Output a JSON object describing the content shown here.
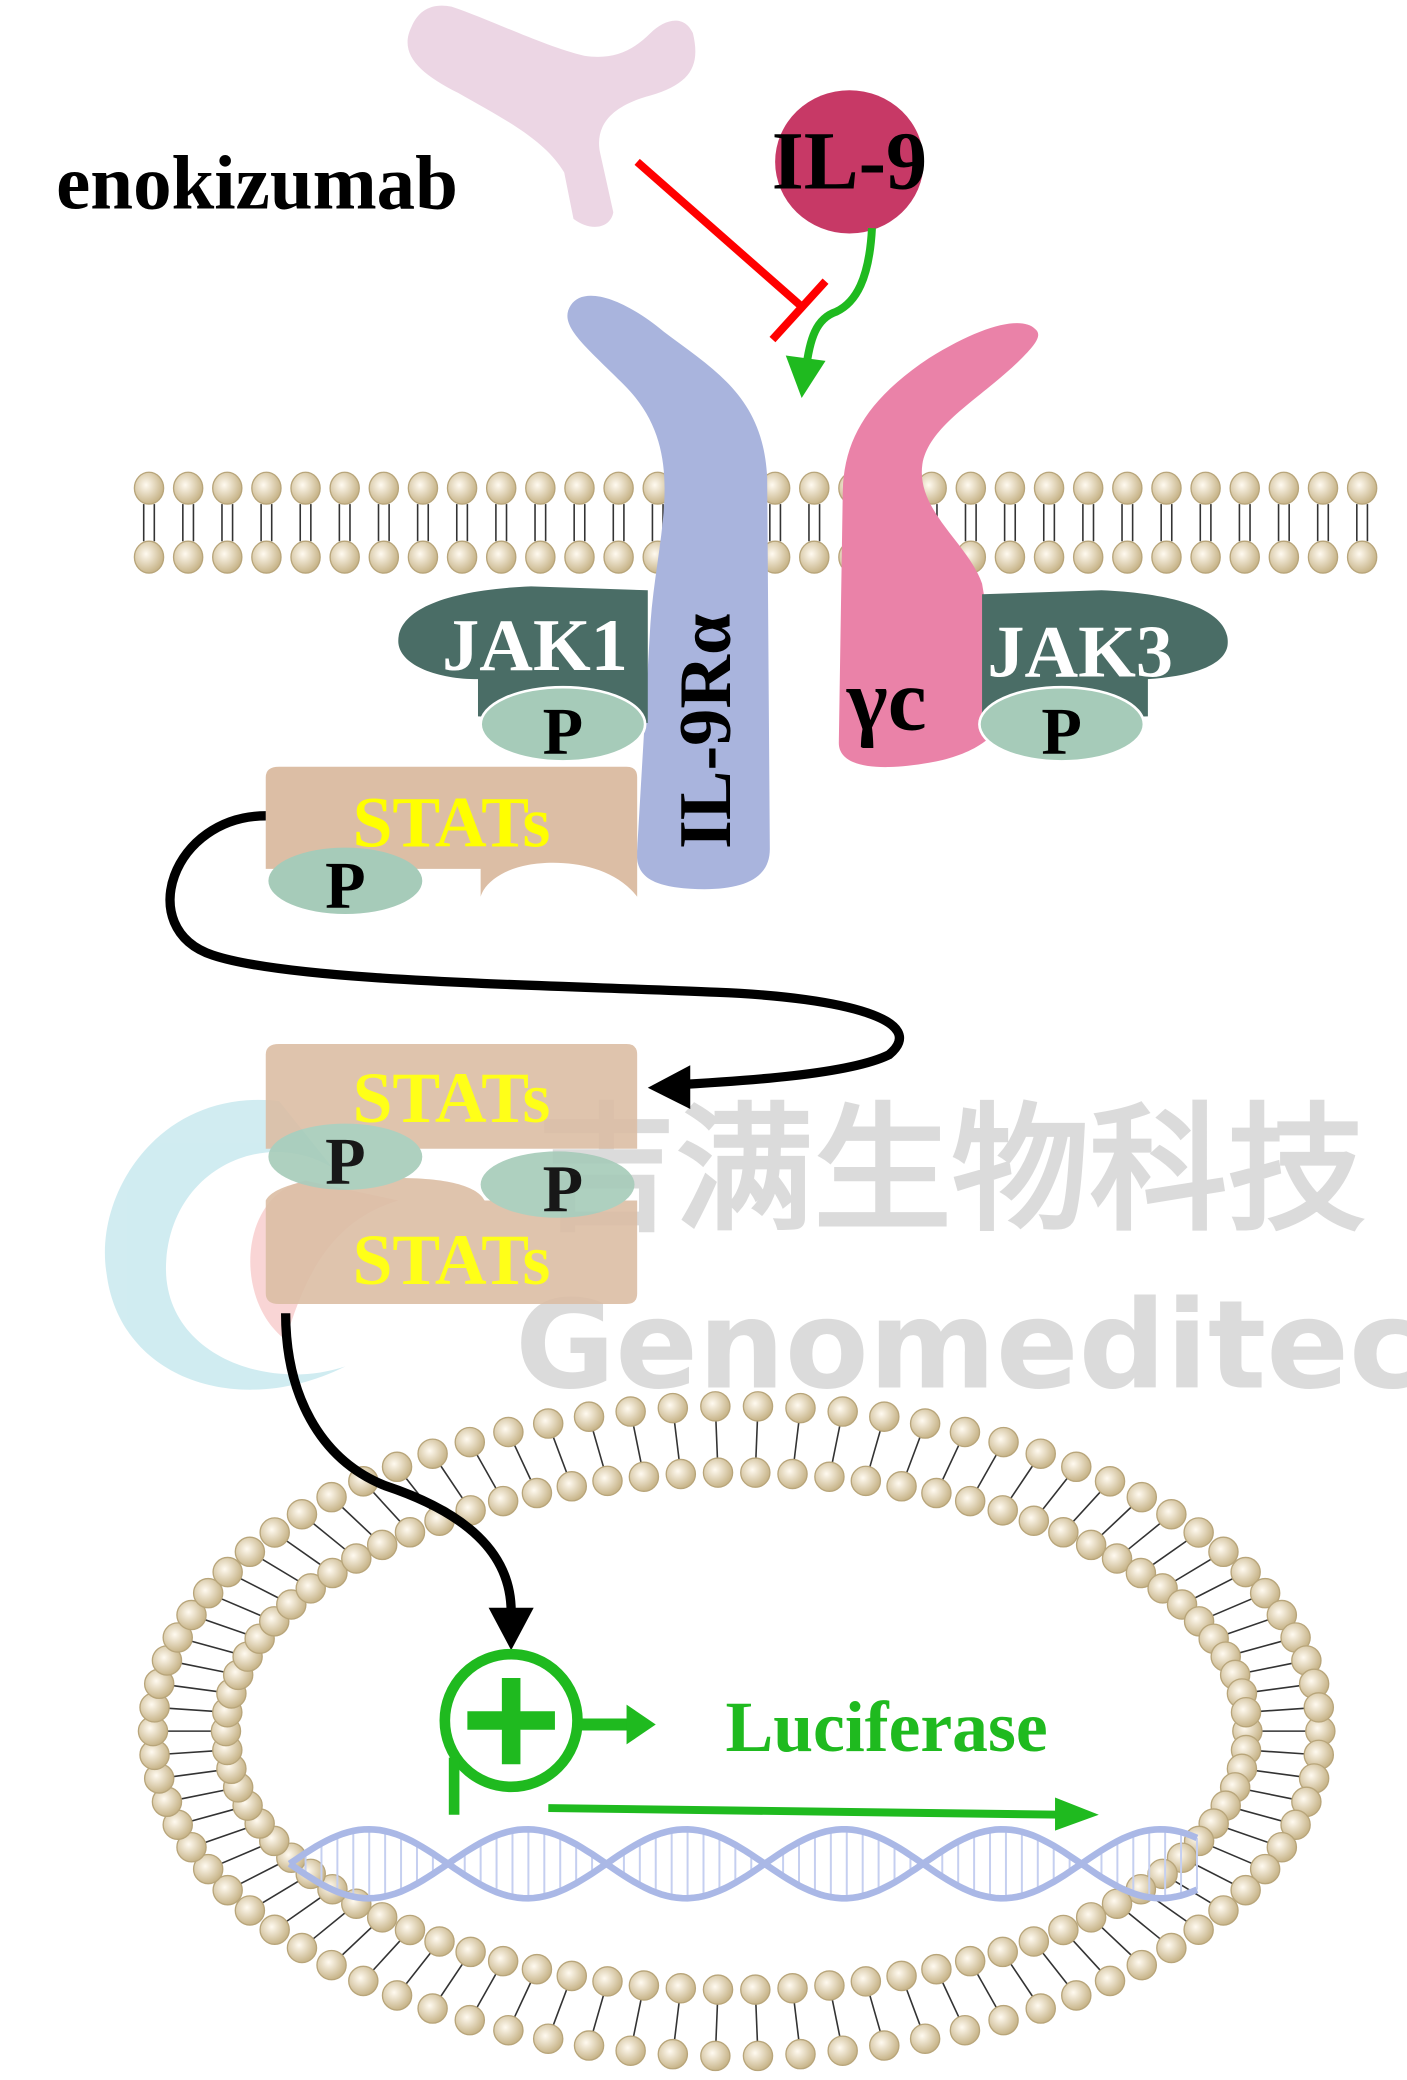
{
  "labels": {
    "antibody": "enokizumab",
    "ligand": "IL-9",
    "receptor_alpha": "IL-9Rα",
    "gamma_chain": "γc",
    "jak1": "JAK1",
    "jak3": "JAK3",
    "phospho": "P",
    "stats": "STATs",
    "reporter": "Luciferase"
  },
  "watermark": {
    "chinese": "吉满生物科技",
    "english": "Genomeditech"
  },
  "colors": {
    "antibody": "#ecd6e4",
    "il9": "#c73966",
    "receptor_alpha": "#a9b4dd",
    "gamma_chain": "#ea82a8",
    "jak": "#4a6d66",
    "phospho": "#a6cbb9",
    "stats": "#dcbea5",
    "stats_text": "#ffff00",
    "inhibit": "#ff0000",
    "activate": "#1fba1f",
    "lipid": "#d8c7a0",
    "dna": "#aab8e6"
  }
}
